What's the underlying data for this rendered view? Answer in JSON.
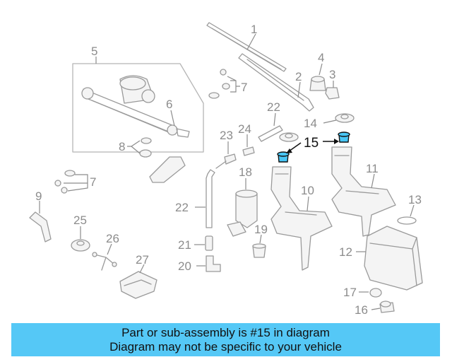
{
  "banner": {
    "line1": "Part or sub-assembly is #15 in diagram",
    "line2": "Diagram may not be specific to your vehicle"
  },
  "highlight_color": "#48c6f5",
  "callouts": {
    "c1": "1",
    "c2": "2",
    "c3": "3",
    "c4": "4",
    "c5": "5",
    "c6": "6",
    "c7a": "7",
    "c7b": "7",
    "c8": "8",
    "c9": "9",
    "c10": "10",
    "c11": "11",
    "c12": "12",
    "c13": "13",
    "c14": "14",
    "c15": "15",
    "c16": "16",
    "c17": "17",
    "c18": "18",
    "c19": "19",
    "c20": "20",
    "c21": "21",
    "c22a": "22",
    "c22b": "22",
    "c23": "23",
    "c24": "24",
    "c25": "25",
    "c26": "26",
    "c27": "27"
  }
}
